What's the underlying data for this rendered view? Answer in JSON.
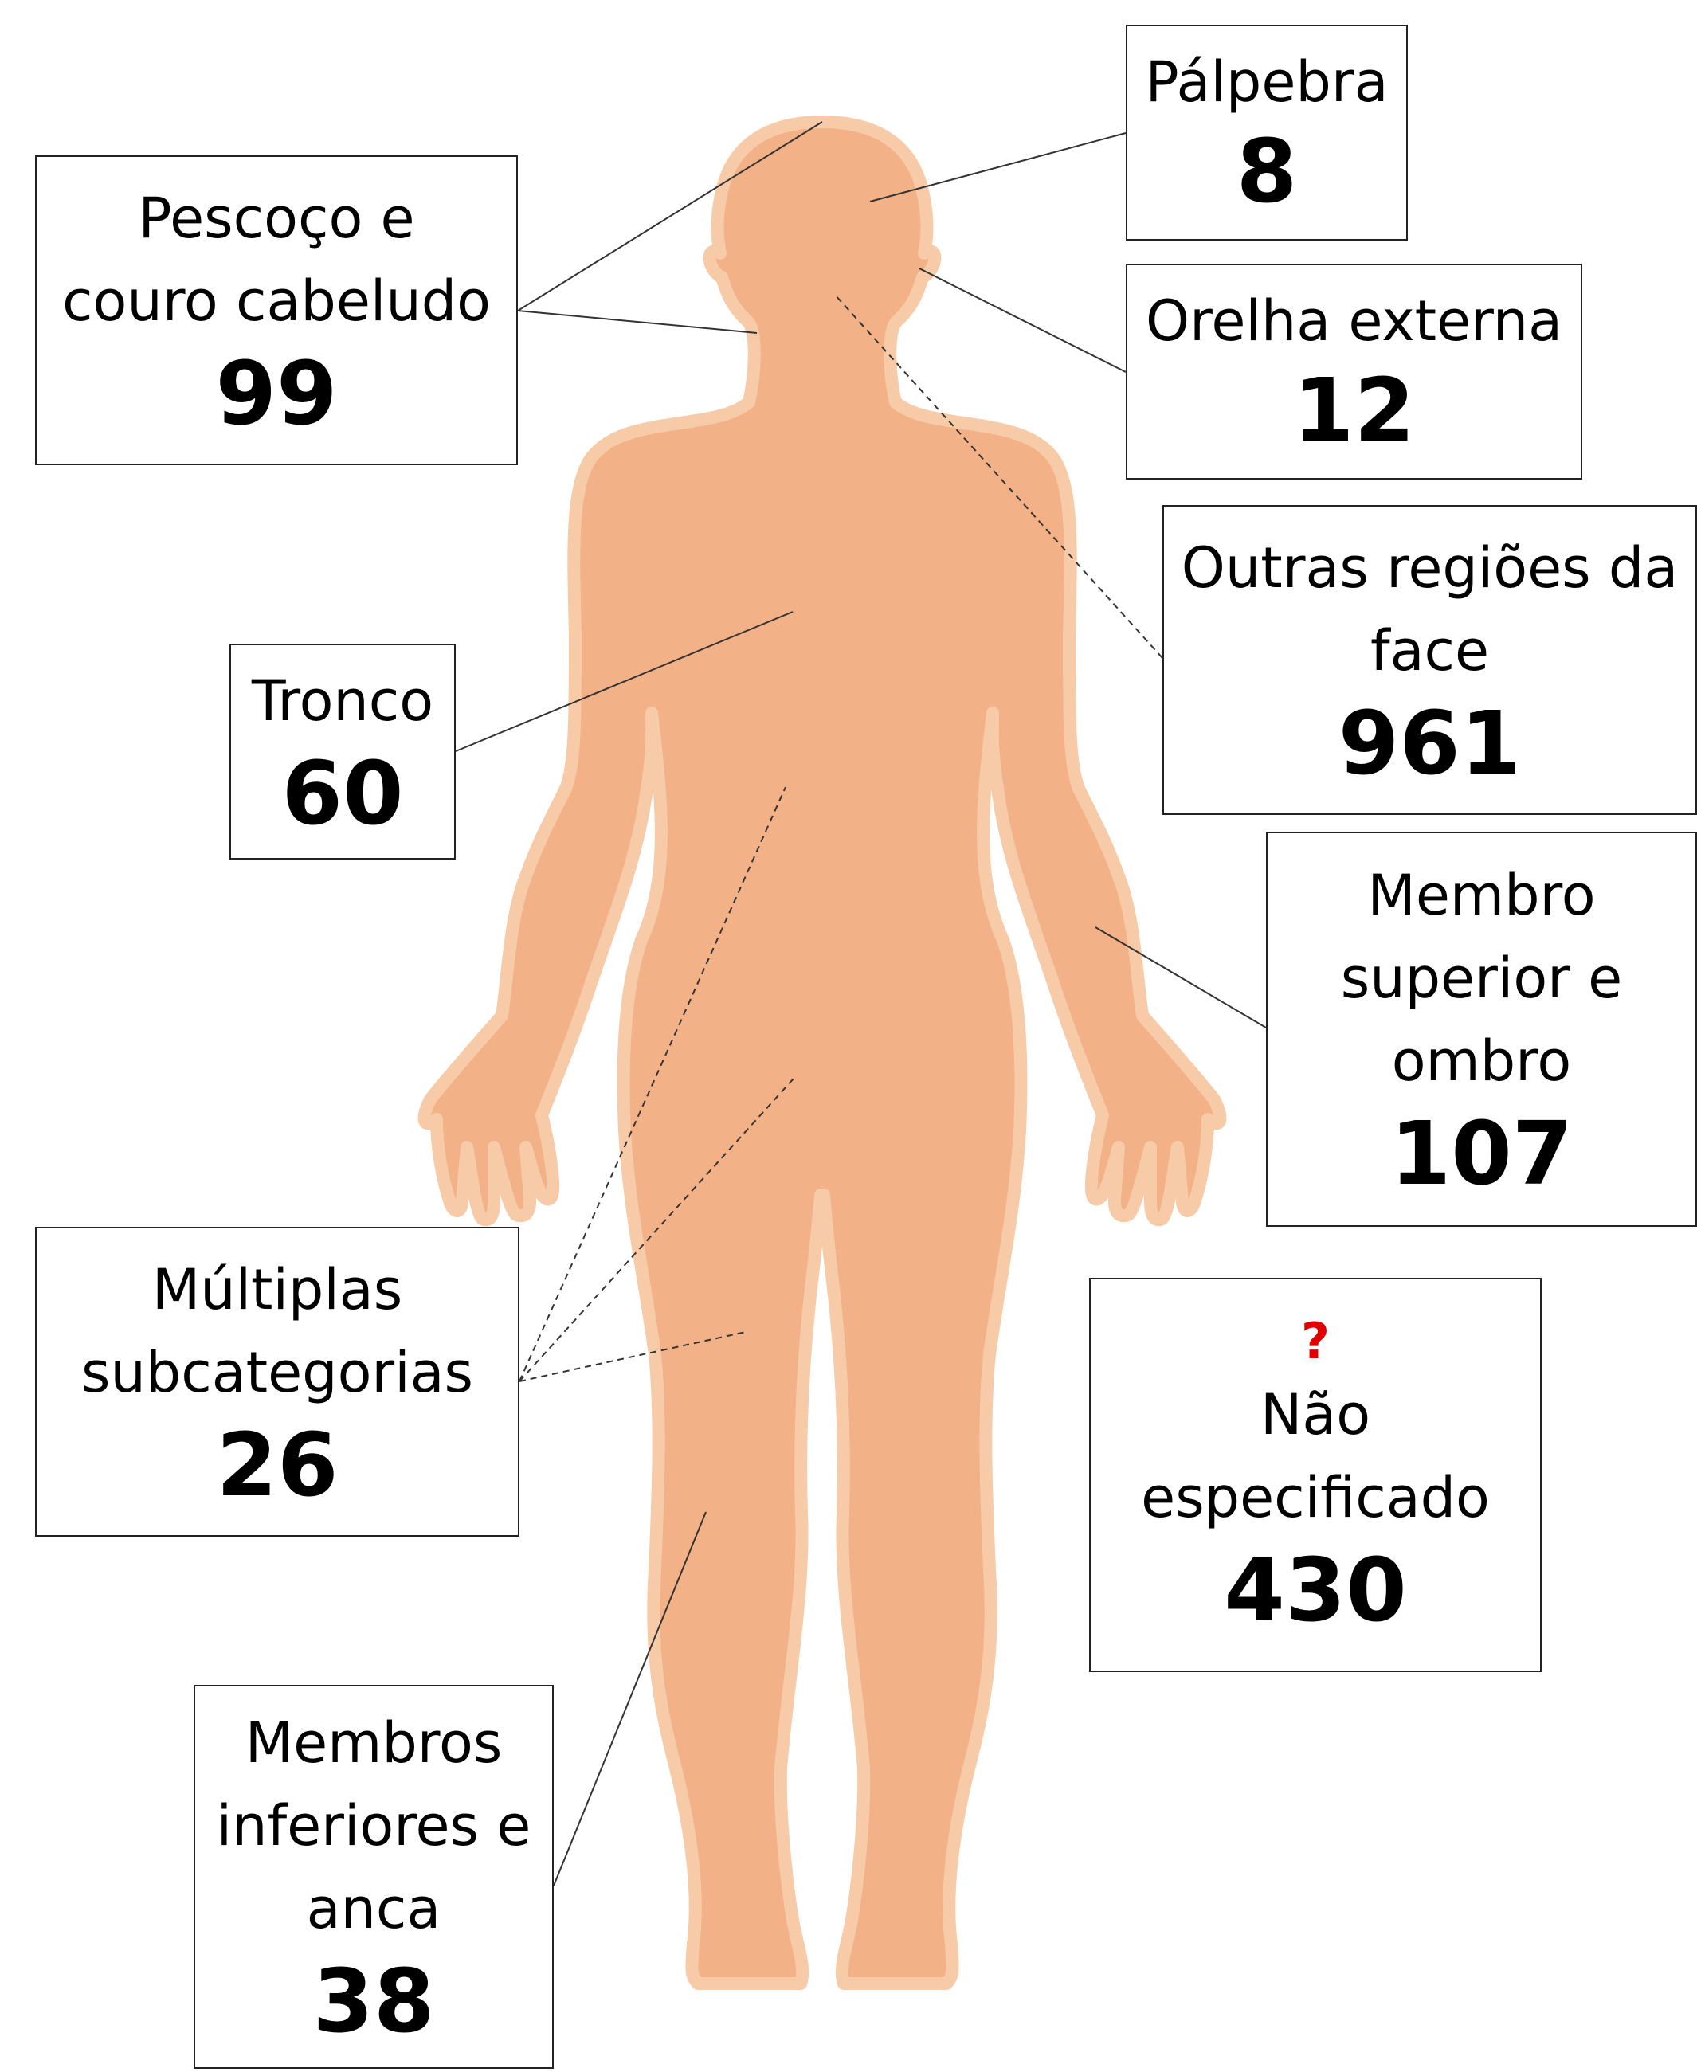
{
  "colors": {
    "body_fill": "#f2b187",
    "body_outline": "#f7cba8",
    "connector_line": "#333333",
    "box_border": "#222222",
    "question_mark": "#e00000"
  },
  "figure": {
    "icon": "human-body-silhouette"
  },
  "labels": {
    "palpebra": {
      "name": "Pálpebra",
      "count": "8"
    },
    "pescoco": {
      "name": "Pescoço e\ncouro cabeludo",
      "count": "99"
    },
    "orelha": {
      "name": "Orelha externa",
      "count": "12"
    },
    "outras_face": {
      "name": "Outras regiões da\nface",
      "count": "961"
    },
    "tronco": {
      "name": "Tronco",
      "count": "60"
    },
    "membro_superior": {
      "name": "Membro\nsuperior e\nombro",
      "count": "107"
    },
    "multiplas": {
      "name": "Múltiplas\nsubcategorias",
      "count": "26"
    },
    "nao_especificado": {
      "mark": "?",
      "name": "Não\nespecificado",
      "count": "430"
    },
    "membros_inferiores": {
      "name": "Membros\ninferiores e\nanca",
      "count": "38"
    }
  }
}
